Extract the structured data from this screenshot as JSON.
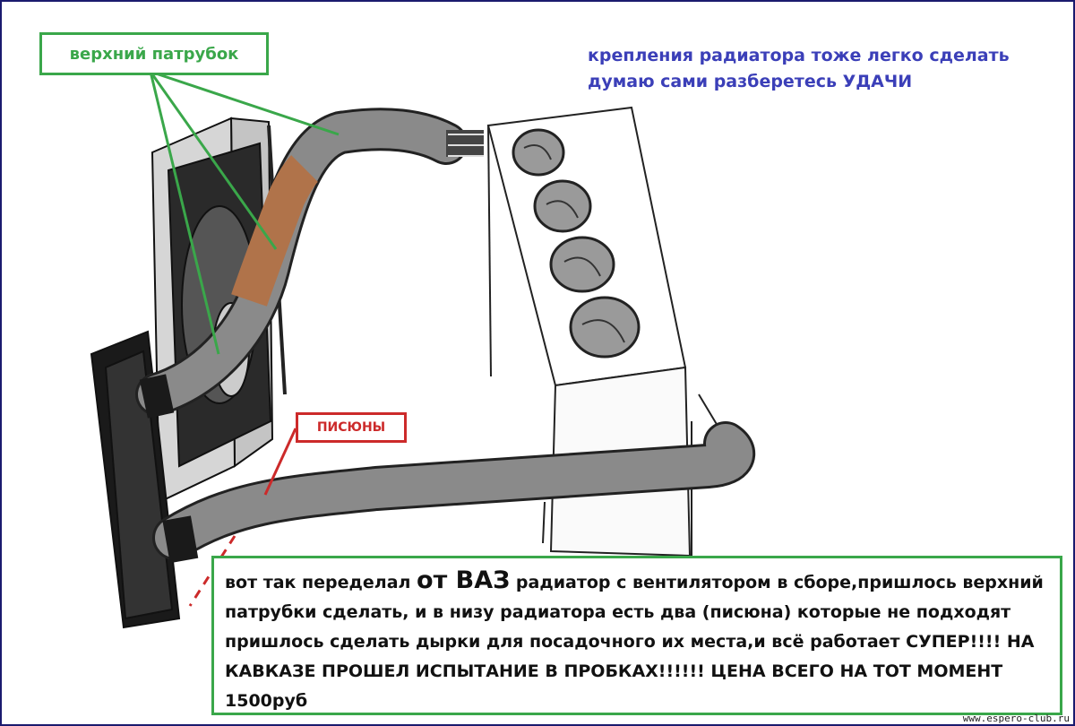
{
  "labels": {
    "upper_hose": "верхний патрубок",
    "pisiony": "ПИСЮНЫ"
  },
  "note": {
    "line1": "крепления радиатора тоже легко сделать",
    "line2": "думаю сами разберетесь УДАЧИ"
  },
  "main_text": {
    "t1": "вот так переделал ",
    "t2": "от ВАЗ",
    "t3": " радиатор с вентилятором в сборе,пришлось верхний патрубки сделать, и в низу радиатора есть два (писюна) которые не подходят пришлось сделать дырки для посадочного их места,и всё работает СУПЕР!!!! НА КАВКАЗЕ ПРОШЕЛ ИСПЫТАНИЕ В ПРОБКАХ!!!!!! ЦЕНА ВСЕГО НА ТОТ МОМЕНТ 1500руб"
  },
  "watermark": "www.espero-club.ru",
  "colors": {
    "green": "#3aa74a",
    "red": "#cc2a2a",
    "blue": "#3b3fb8",
    "hose": "#8a8a8a",
    "copper": "#b0734a"
  }
}
